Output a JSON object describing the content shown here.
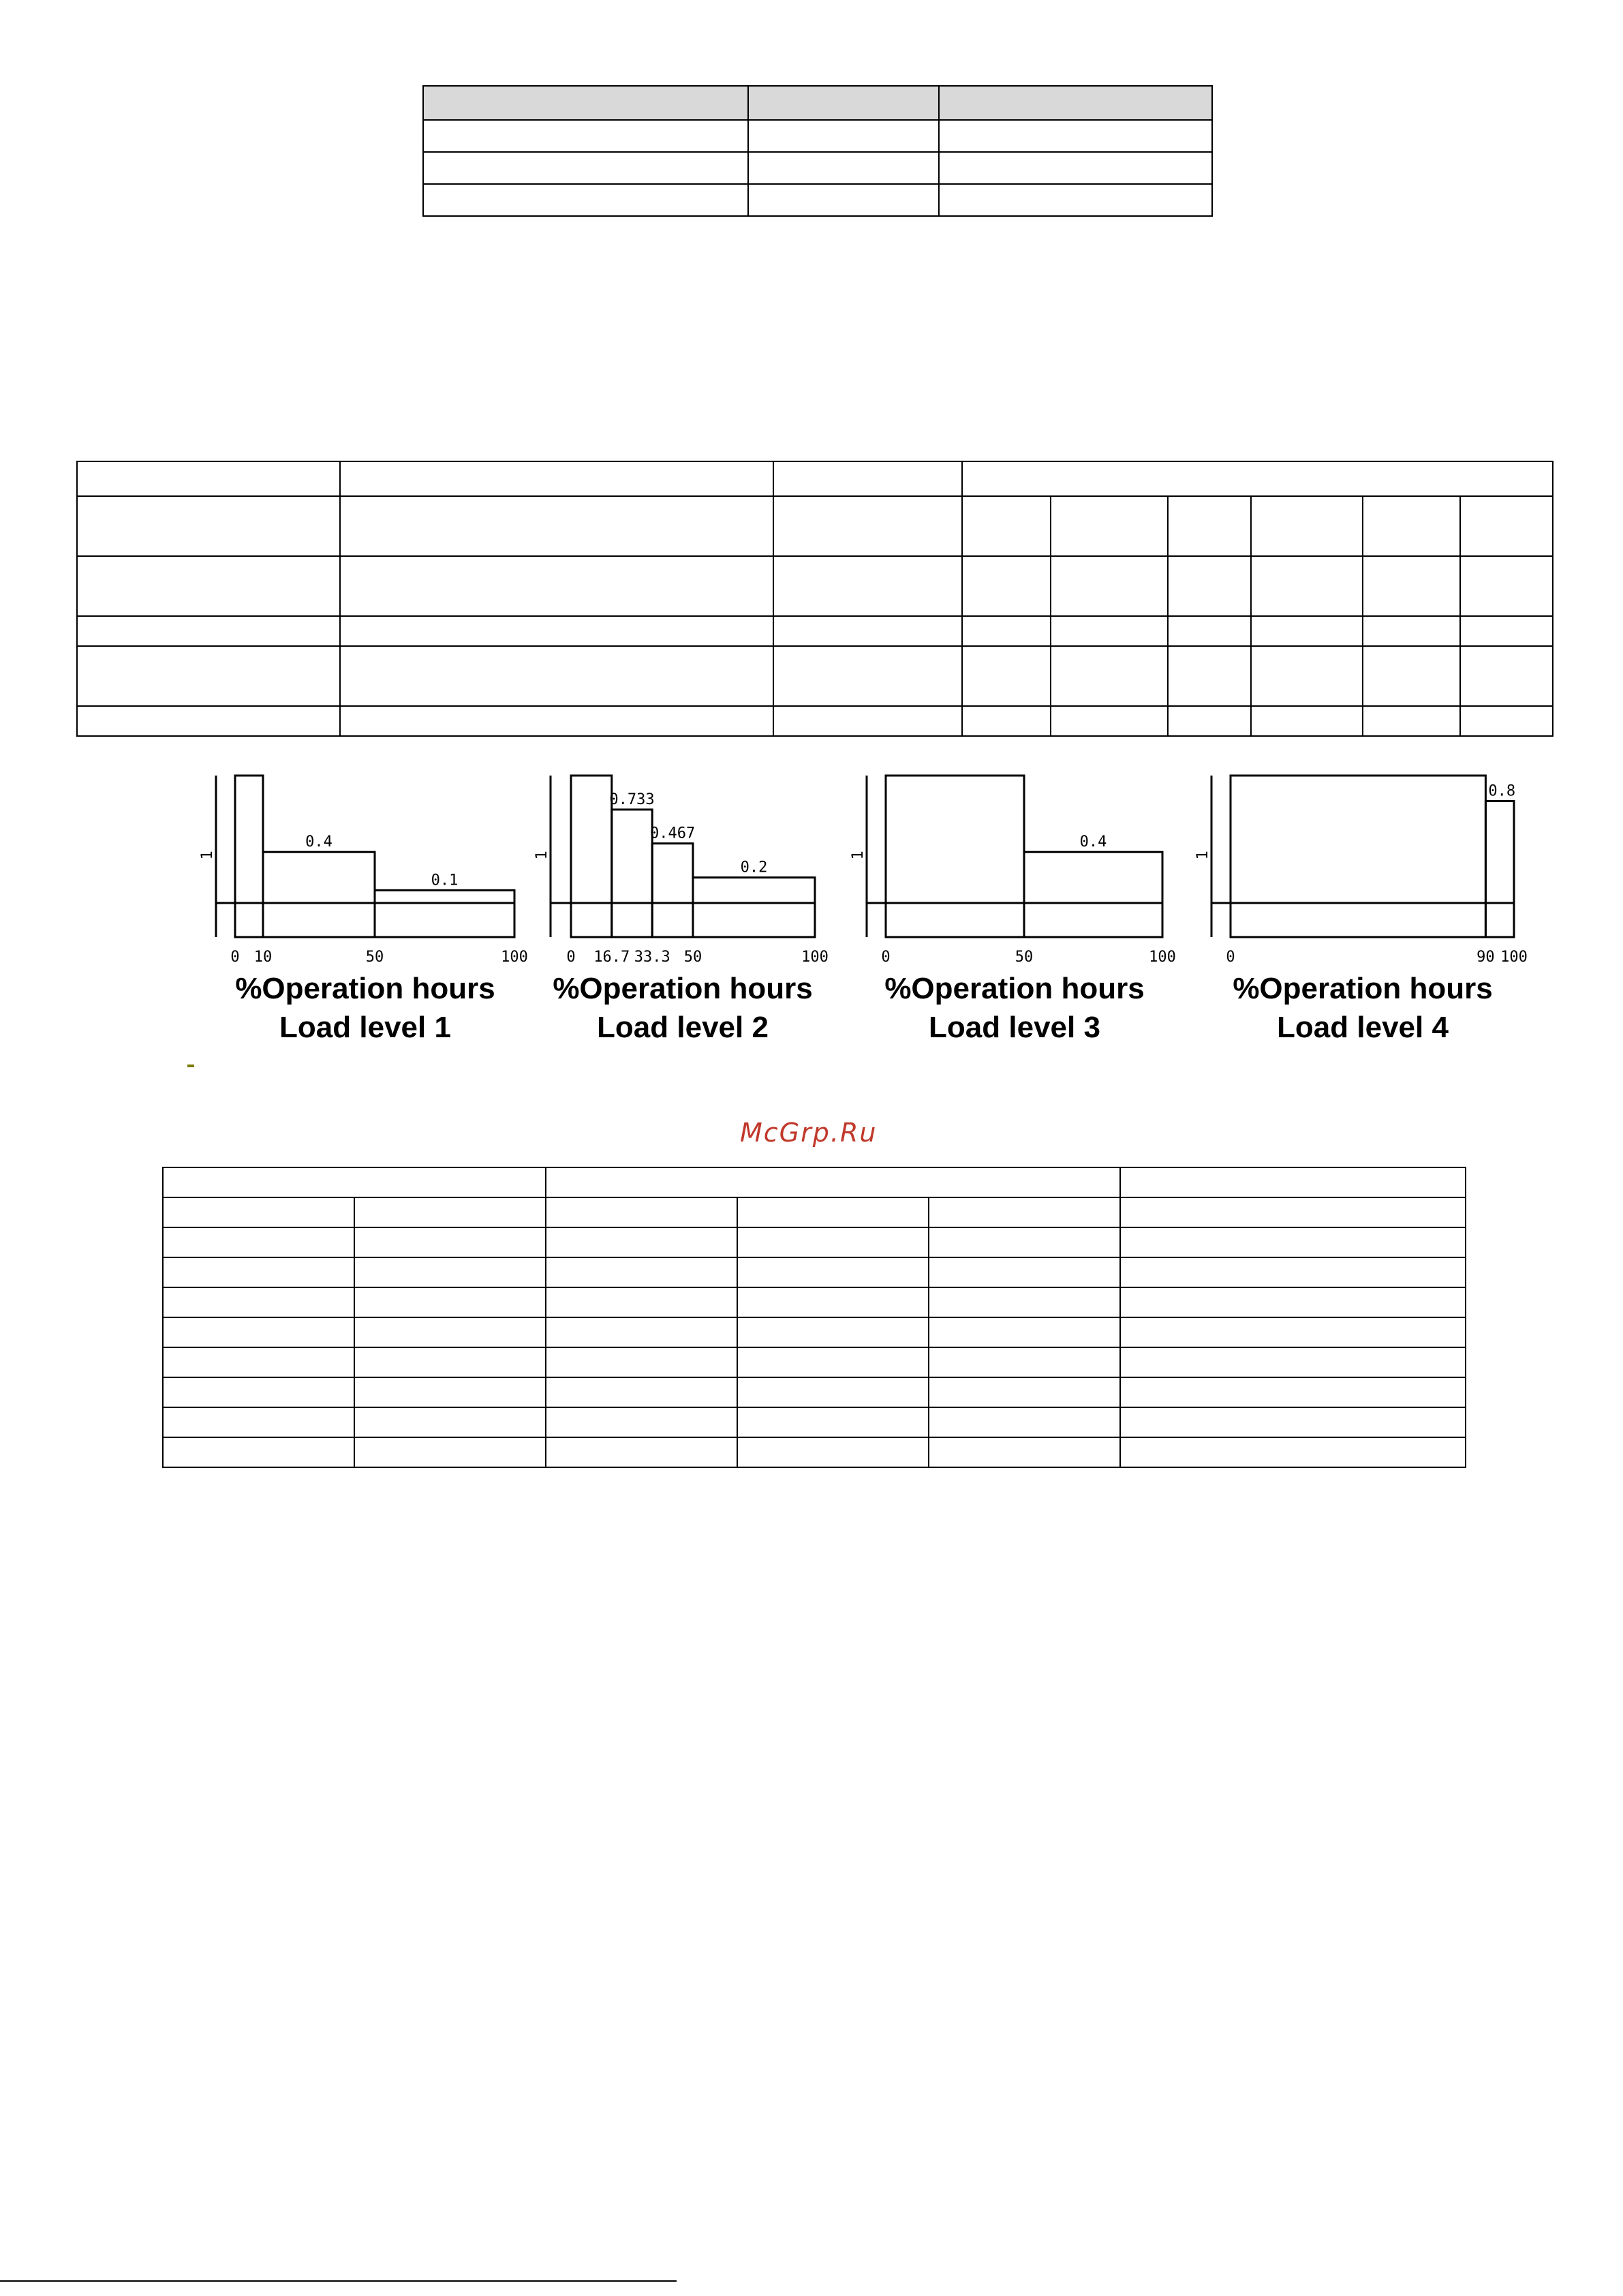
{
  "watermark": {
    "text": "McGrp.Ru"
  },
  "charts": [
    {
      "type": "bar",
      "caption_line1": "%Operation hours",
      "caption_line2": "Load level 1",
      "y_axis_label": "1",
      "x_ticks": [
        "0",
        "10",
        "50",
        "100"
      ],
      "value_labels": [
        "0.4",
        "0.1"
      ],
      "steps": [
        {
          "x_from": 0,
          "x_to": 10,
          "value": 1
        },
        {
          "x_from": 10,
          "x_to": 50,
          "value": 0.4
        },
        {
          "x_from": 50,
          "x_to": 100,
          "value": 0.1
        }
      ]
    },
    {
      "type": "bar",
      "caption_line1": "%Operation hours",
      "caption_line2": "Load level 2",
      "y_axis_label": "1",
      "x_ticks": [
        "0",
        "16.7",
        "33.3",
        "50",
        "100"
      ],
      "value_labels": [
        "0.733",
        "0.467",
        "0.2"
      ],
      "steps": [
        {
          "x_from": 0,
          "x_to": 16.7,
          "value": 1
        },
        {
          "x_from": 16.7,
          "x_to": 33.3,
          "value": 0.733
        },
        {
          "x_from": 33.3,
          "x_to": 50,
          "value": 0.467
        },
        {
          "x_from": 50,
          "x_to": 100,
          "value": 0.2
        }
      ]
    },
    {
      "type": "bar",
      "caption_line1": "%Operation hours",
      "caption_line2": "Load level 3",
      "y_axis_label": "1",
      "x_ticks": [
        "0",
        "50",
        "100"
      ],
      "value_labels": [
        "0.4"
      ],
      "steps": [
        {
          "x_from": 0,
          "x_to": 50,
          "value": 1
        },
        {
          "x_from": 50,
          "x_to": 100,
          "value": 0.4
        }
      ]
    },
    {
      "type": "bar",
      "caption_line1": "%Operation hours",
      "caption_line2": "Load level 4",
      "y_axis_label": "1",
      "x_ticks": [
        "0",
        "90",
        "100"
      ],
      "value_labels": [
        "0.8"
      ],
      "steps": [
        {
          "x_from": 0,
          "x_to": 90,
          "value": 1
        },
        {
          "x_from": 90,
          "x_to": 100,
          "value": 0.8
        }
      ]
    }
  ]
}
